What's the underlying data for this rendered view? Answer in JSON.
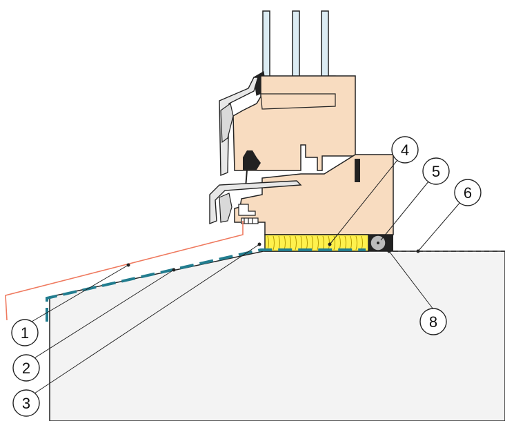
{
  "callouts": [
    {
      "id": "1",
      "label": "1"
    },
    {
      "id": "2",
      "label": "2"
    },
    {
      "id": "3",
      "label": "3"
    },
    {
      "id": "4",
      "label": "4"
    },
    {
      "id": "5",
      "label": "5"
    },
    {
      "id": "6",
      "label": "6"
    },
    {
      "id": "8",
      "label": "8"
    }
  ],
  "colors": {
    "wood": "#f8dcc0",
    "wall": "#f3f3f3",
    "insulation": "#fff14d",
    "membrane": "#227d8f",
    "flashing": "#ef7a5f",
    "aluminium": "#e7e7e7",
    "outline": "#222222",
    "seal": "#bbbbbb"
  }
}
